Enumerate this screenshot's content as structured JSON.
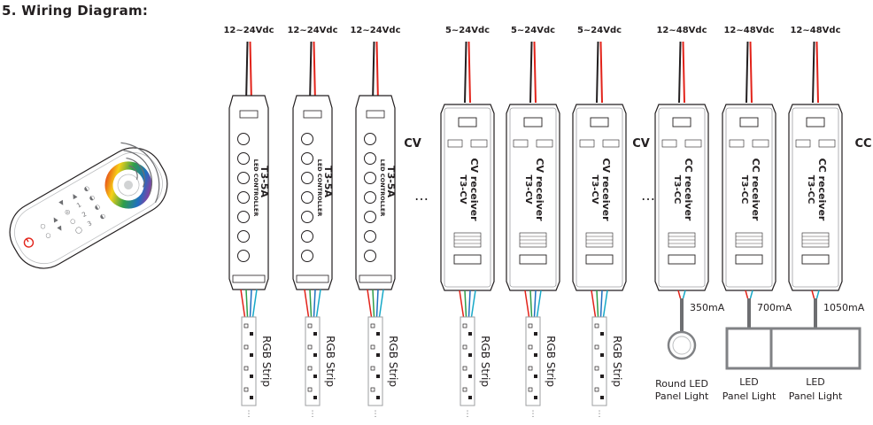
{
  "heading": "5. Wiring Diagram:",
  "groups": [
    {
      "type": "T3-5A",
      "voltage": "12~24Vdc",
      "body_label": "T3-5A",
      "body_sub": "LED CONTROLLER",
      "load": "RGB Strip"
    },
    {
      "type": "T3-5A",
      "voltage": "12~24Vdc",
      "body_label": "T3-5A",
      "body_sub": "LED CONTROLLER",
      "load": "RGB Strip"
    },
    {
      "type": "T3-5A",
      "voltage": "12~24Vdc",
      "body_label": "T3-5A",
      "body_sub": "LED CONTROLLER",
      "load": "RGB Strip"
    },
    {
      "type": "T3-CV",
      "voltage": "5~24Vdc",
      "body_label": "CV receiver",
      "body_sub": "T3-CV",
      "load": "RGB Strip"
    },
    {
      "type": "T3-CV",
      "voltage": "5~24Vdc",
      "body_label": "CV receiver",
      "body_sub": "T3-CV",
      "load": "RGB Strip"
    },
    {
      "type": "T3-CV",
      "voltage": "5~24Vdc",
      "body_label": "CV receiver",
      "body_sub": "T3-CV",
      "load": "RGB Strip"
    },
    {
      "type": "T3-CC",
      "voltage": "12~48Vdc",
      "body_label": "CC receiver",
      "body_sub": "T3-CC",
      "current": "350mA",
      "load_line1": "Round LED",
      "load_line2": "Panel Light"
    },
    {
      "type": "T3-CC",
      "voltage": "12~48Vdc",
      "body_label": "CC receiver",
      "body_sub": "T3-CC",
      "current": "700mA",
      "load_line1": "LED",
      "load_line2": "Panel Light"
    },
    {
      "type": "T3-CC",
      "voltage": "12~48Vdc",
      "body_label": "CC receiver",
      "body_sub": "T3-CC",
      "current": "1050mA",
      "load_line1": "LED",
      "load_line2": "Panel Light"
    }
  ],
  "mode_labels": [
    "CV",
    "CV",
    "CC"
  ],
  "ellipsis": "…",
  "colors": {
    "ink": "#231f20",
    "red": "#e2231a",
    "green": "#2e9e4a",
    "blue": "#1f6fc0",
    "cyan": "#18a9c8",
    "grey": "#6d6e71"
  }
}
